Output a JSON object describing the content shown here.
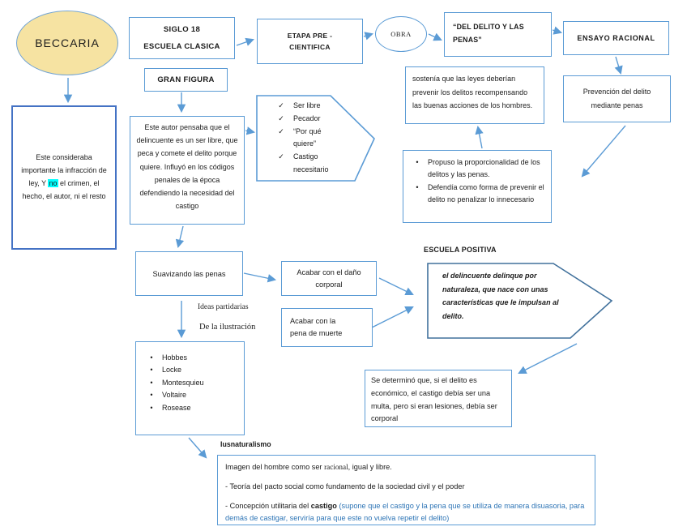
{
  "palette": {
    "box_border": "#5B9BD5",
    "left_box_border": "#4472C4",
    "pentagon_border": "#41719C",
    "arrow": "#5B9BD5",
    "ellipse_fill": "#F6E3A2",
    "highlight": "#00FFFF",
    "blue_text": "#2E75B6"
  },
  "icons": {
    "check_glyph": "✓",
    "bullet_glyph": "•"
  },
  "nodes": {
    "beccaria": "BECCARIA",
    "siglo": {
      "line1": "SIGLO 18",
      "line2": "ESCUELA CLASICA"
    },
    "gran_figura": "GRAN FIGURA",
    "etapa": {
      "line1": "ETAPA PRE -",
      "line2": "CIENTIFICA"
    },
    "obra": "OBRA",
    "del_delito": "“DEL DELITO Y LAS PENAS”",
    "ensayo": "ENSAYO RACIONAL",
    "sostenia": "sostenía que las leyes deberían prevenir los delitos recompensando las buenas acciones de los hombres.",
    "prevencion": "Prevención del delito mediante penas",
    "propuso": {
      "items": [
        "Propuso la proporcionalidad de los delitos y las penas.",
        "Defendía como forma de prevenir el delito no penalizar lo innecesario"
      ]
    },
    "considera": {
      "before": "Este consideraba importante la infracción de ley, Y ",
      "highlight": "no",
      "after": " el crimen, el hecho, el autor, ni el resto"
    },
    "este_autor": "Este autor pensaba que el delincuente es un ser libre, que peca y comete el delito porque quiere. Influyó en los códigos penales de la época defendiendo la necesidad del castigo",
    "checks": {
      "items": [
        "Ser libre",
        "Pecador",
        "“Por qué quiere”",
        "Castigo necesitario"
      ]
    },
    "suavizando": "Suavizando las penas",
    "acabar_dano": "Acabar con el daño corporal",
    "acabar_muerte": "Acabar con la pena de muerte",
    "ideas_label1": "Ideas partidarias",
    "ideas_label2": "De la ilustración",
    "pensadores": {
      "items": [
        "Hobbes",
        "Locke",
        "Montesquieu",
        "Voltaire",
        "Rosease"
      ]
    },
    "escuela_positiva_title": "ESCUELA POSITIVA",
    "escuela_positiva_text": "el delincuente delinque por naturaleza, que nace con unas características que le impulsan al delito.",
    "se_determino": "Se determinó que, si el delito es económico, el castigo debía ser una multa, pero si eran lesiones, debía ser corporal",
    "iusnaturalismo": "Iusnaturalismo",
    "imagen": {
      "before": "Imagen del hombre como ser ",
      "serif": "racional",
      "after": ", igual y libre."
    },
    "teoria": "- Teoría del pacto social como fundamento de la sociedad civil y el poder",
    "concepcion": {
      "before": "- Concepción utilitaria del ",
      "bold": "castigo",
      "blue": " (supone que el castigo y la pena que se utiliza de manera disuasoria, para demás de castigar, serviría para que este no vuelva repetir el delito)"
    }
  }
}
